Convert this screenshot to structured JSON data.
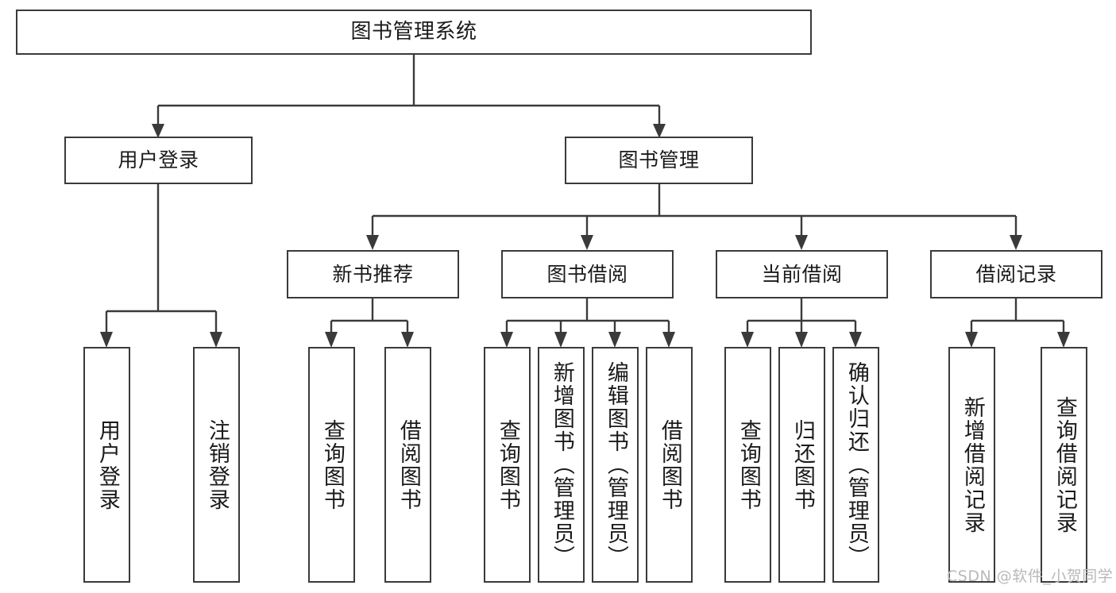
{
  "diagram": {
    "title": "图书管理系统",
    "type": "hierarchy-tree",
    "watermark": "CSDN @软件_小贺同学",
    "nodes": {
      "root": {
        "label": "图书管理系统"
      },
      "level2": [
        {
          "id": "user-login",
          "label": "用户登录"
        },
        {
          "id": "book-manage",
          "label": "图书管理"
        }
      ],
      "level3": [
        {
          "id": "new-book-rec",
          "label": "新书推荐"
        },
        {
          "id": "book-borrow",
          "label": "图书借阅"
        },
        {
          "id": "current-borrow",
          "label": "当前借阅"
        },
        {
          "id": "borrow-record",
          "label": "借阅记录"
        }
      ],
      "leaves": {
        "user_login": [
          {
            "id": "leaf-user-login",
            "label": "用户登录"
          },
          {
            "id": "leaf-user-logout",
            "label": "注销登录"
          }
        ],
        "new_book_rec": [
          {
            "id": "leaf-query-book-1",
            "label": "查询图书"
          },
          {
            "id": "leaf-borrow-book-1",
            "label": "借阅图书"
          }
        ],
        "book_borrow": [
          {
            "id": "leaf-query-book-2",
            "label": "查询图书"
          },
          {
            "id": "leaf-add-book",
            "label": "新增图书（管理员）"
          },
          {
            "id": "leaf-edit-book",
            "label": "编辑图书（管理员）"
          },
          {
            "id": "leaf-borrow-book-2",
            "label": "借阅图书"
          }
        ],
        "current_borrow": [
          {
            "id": "leaf-query-book-3",
            "label": "查询图书"
          },
          {
            "id": "leaf-return-book",
            "label": "归还图书"
          },
          {
            "id": "leaf-confirm-return",
            "label": "确认归还（管理员）"
          }
        ],
        "borrow_record": [
          {
            "id": "leaf-add-record",
            "label": "新增借阅记录"
          },
          {
            "id": "leaf-query-record",
            "label": "查询借阅记录"
          }
        ]
      }
    },
    "colors": {
      "stroke": "#3a3a3a",
      "fill": "#ffffff",
      "text": "#1a1a1a",
      "watermark": "#b9b9b9"
    }
  }
}
